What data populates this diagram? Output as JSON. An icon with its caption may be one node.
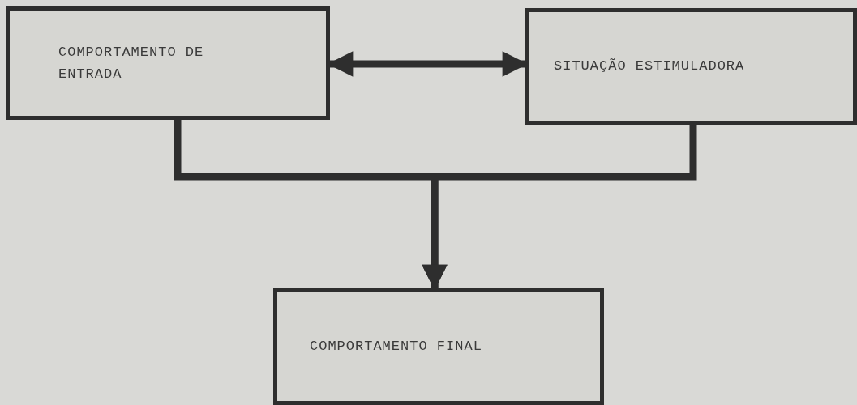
{
  "diagram": {
    "nodes": [
      {
        "text": [
          "COMPORTAMENTO DE ENTRADA"
        ]
      },
      {
        "text": [
          "SITUAÇÃO ESTIMULADORA"
        ]
      },
      {
        "text": [
          "COMPORTAMENTO FINAL"
        ]
      }
    ],
    "edges": [
      {
        "from": 0,
        "to": 1,
        "arrow": "both"
      },
      {
        "from": 0,
        "to": 2,
        "arrow": "to"
      },
      {
        "from": 1,
        "to": 2,
        "arrow": "to"
      }
    ]
  }
}
